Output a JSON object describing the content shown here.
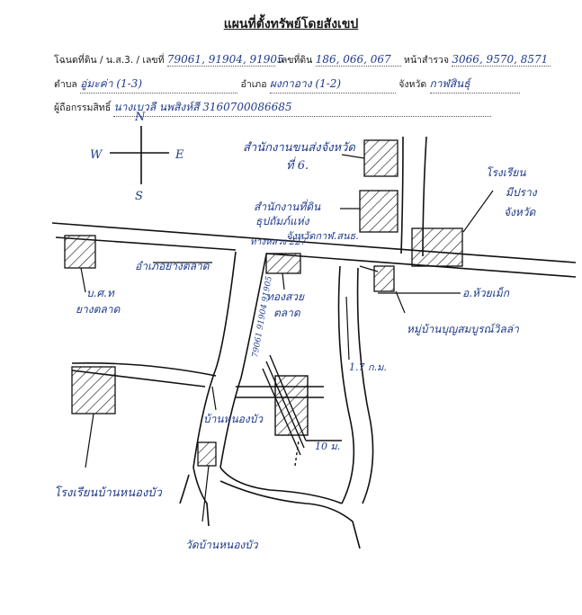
{
  "header": {
    "title": "แผนที่ตั้งทรัพย์โดยสังเขป",
    "deed_label": "โฉนดที่ดิน / น.ส.3. / เลขที่",
    "deed_value": "79061, 91904, 91905",
    "land_no_label": "เลขที่ดิน",
    "land_no_value": "186, 066, 067",
    "survey_label": "หน้าสำรวจ",
    "survey_value": "3066, 9570, 8571",
    "subdistrict_label": "ตำบล",
    "subdistrict_value": "อู่มะค่า (1-3)",
    "district_label": "อำเภอ",
    "district_value": "ผงกาอาง (1-2)",
    "province_label": "จังหวัด",
    "province_value": "กาฬสินธุ์",
    "owner_label": "ผู้ถือกรรมสิทธิ์",
    "owner_value": "นางเบวลี นพสิงห์สี 3160700086685"
  },
  "compass": {
    "north": "N",
    "south": "S",
    "east": "E",
    "west": "W"
  },
  "map_labels": {
    "land_office": "สำนักงานขนส่งจังหวัด",
    "land_office_no": "ที่ 6.",
    "gov_office_1": "สำนักงานที่ดิน",
    "gov_office_2": "ธุปถัมภ์แห่ง",
    "gov_office_3": "จังหวัดกาฬ.สนธ.",
    "school_right_1": "โรงเรียน",
    "school_right_2": "มีปราง",
    "school_right_3": "จังหวัด",
    "main_road": "ทางหลวง 227",
    "road_left": "อำเภอยางตลาด",
    "left_office_1": "บ.ศ.ท",
    "left_office_2": "ยางตลาด",
    "center_office_1": "ทองสวย",
    "center_office_2": "ตลาด",
    "village_right": "อ.ห้วยเม็ก",
    "village_right_2": "หมู่บ้านบุญสมบูรณ์วิลล่า",
    "road_distance": "1.7 ก.ม.",
    "plot_numbers": "79061 91904 91905",
    "plot_dim": "10 ม.",
    "village_center": "บ้านหนองบัว",
    "school_bottom": "โรงเรียนบ้านหนองบัว",
    "temple": "วัดบ้านหนองบัว"
  }
}
